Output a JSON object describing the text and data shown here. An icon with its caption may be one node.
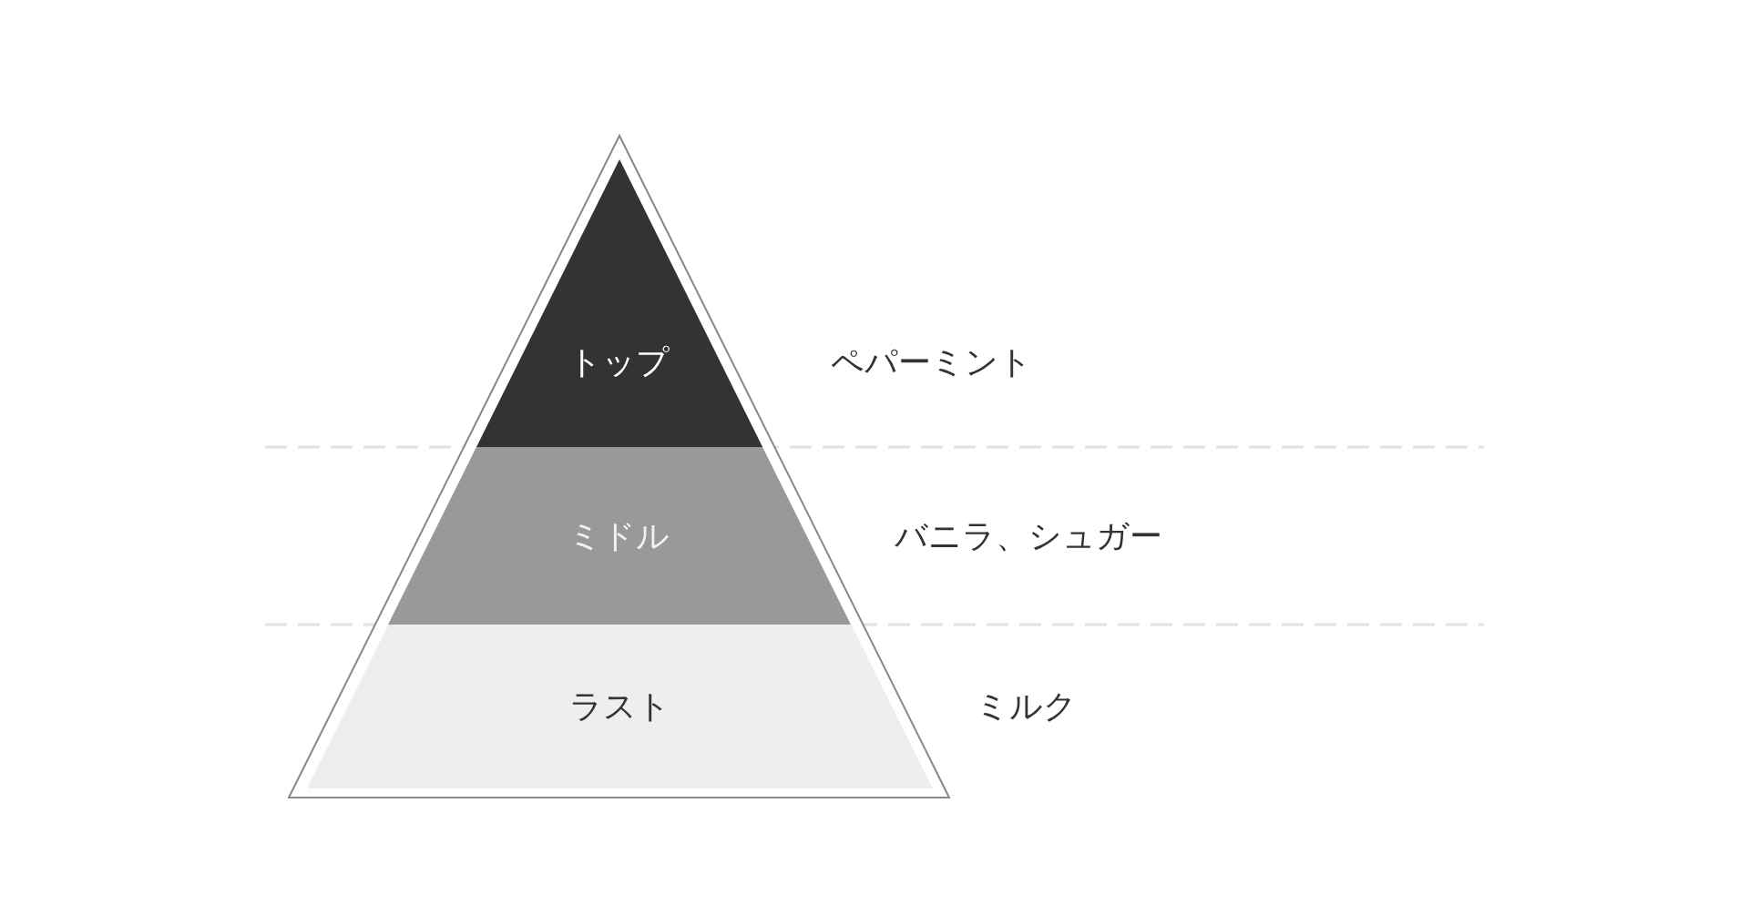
{
  "diagram": {
    "nodes": [
      {
        "text": [
          "トップ"
        ],
        "beside": [
          "ペパーミント"
        ]
      },
      {
        "text": [
          "ミドル"
        ],
        "beside": [
          "バニラ、シュガー"
        ]
      },
      {
        "text": [
          "ラスト"
        ],
        "beside": [
          "ミルク"
        ]
      }
    ]
  }
}
